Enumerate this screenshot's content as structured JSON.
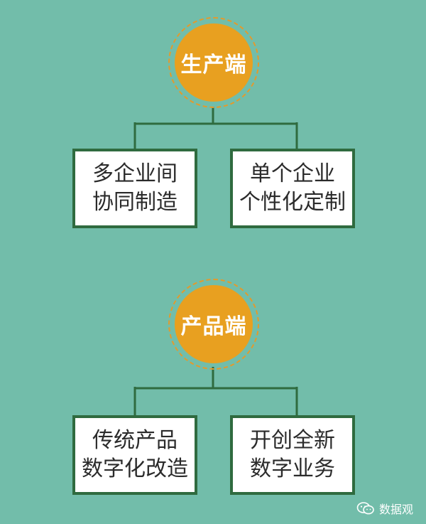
{
  "colors": {
    "background": "#72bdaa",
    "hub_fill": "#e8a020",
    "hub_ring": "#e39a2c",
    "box_border": "#2f6b3f",
    "connector": "#2f6b3f"
  },
  "sections": [
    {
      "hub_label": "生产端",
      "children": [
        {
          "line1": "多企业间",
          "line2": "协同制造"
        },
        {
          "line1": "单个企业",
          "line2": "个性化定制"
        }
      ]
    },
    {
      "hub_label": "产品端",
      "children": [
        {
          "line1": "传统产品",
          "line2": "数字化改造"
        },
        {
          "line1": "开创全新",
          "line2": "数字业务"
        }
      ]
    }
  ],
  "watermark": {
    "text": "数据观",
    "icon": "wechat-icon"
  }
}
